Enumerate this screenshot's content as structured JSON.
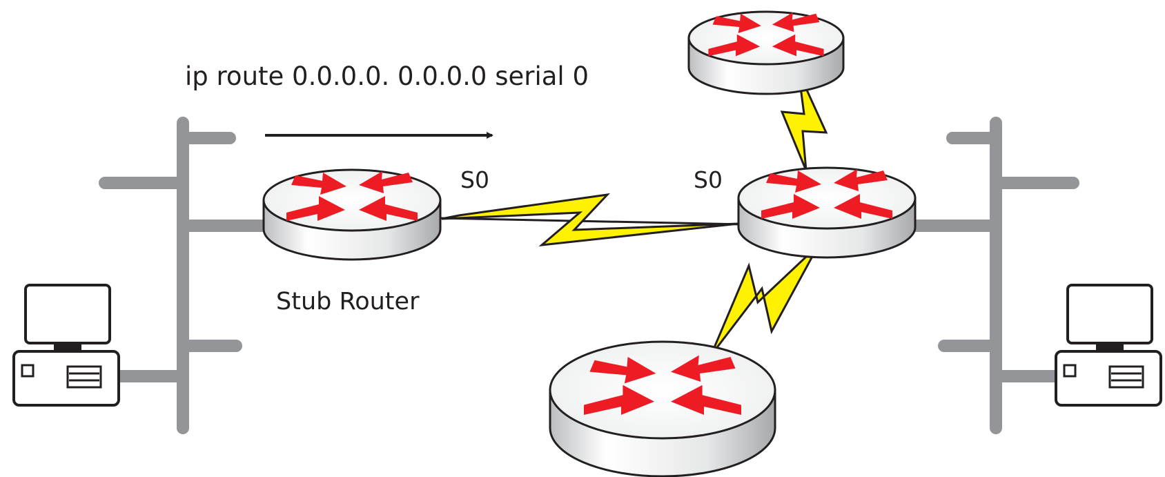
{
  "labels": {
    "command": "ip route 0.0.0.0. 0.0.0.0 serial 0",
    "stub_interface": "S0",
    "hub_interface": "S0",
    "stub_router": "Stub Router"
  },
  "colors": {
    "router_arrow": "#ed1c24",
    "serial_link": "#fff200",
    "ethernet": "#939598",
    "outline": "#231f20"
  },
  "icons": {
    "router": "router-icon",
    "computer": "computer-icon",
    "serial_link": "lightning-bolt-icon",
    "ethernet_bus": "ethernet-bus-icon"
  }
}
